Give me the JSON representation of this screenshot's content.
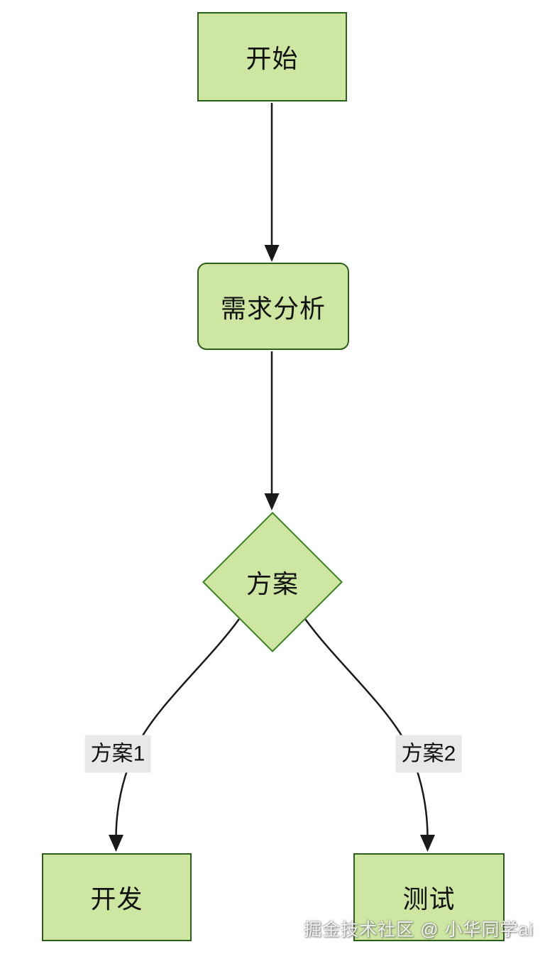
{
  "diagram": {
    "type": "flowchart",
    "direction": "top-down",
    "nodes": [
      {
        "id": "start",
        "label": "开始",
        "shape": "rectangle"
      },
      {
        "id": "analysis",
        "label": "需求分析",
        "shape": "rounded-rectangle"
      },
      {
        "id": "decision",
        "label": "方案",
        "shape": "diamond"
      },
      {
        "id": "dev",
        "label": "开发",
        "shape": "rectangle"
      },
      {
        "id": "test",
        "label": "测试",
        "shape": "rectangle"
      }
    ],
    "edges": [
      {
        "from": "start",
        "to": "analysis",
        "label": ""
      },
      {
        "from": "analysis",
        "to": "decision",
        "label": ""
      },
      {
        "from": "decision",
        "to": "dev",
        "label": "方案1"
      },
      {
        "from": "decision",
        "to": "test",
        "label": "方案2"
      }
    ],
    "colors": {
      "node_fill": "#cde6a1",
      "rect_stroke": "#2c5f1a",
      "diamond_stroke": "#418324",
      "edge": "#1a1a1a",
      "label_bg": "#e8e8e8"
    }
  },
  "watermark": {
    "text": "掘金技术社区 @ 小华同学ai"
  }
}
